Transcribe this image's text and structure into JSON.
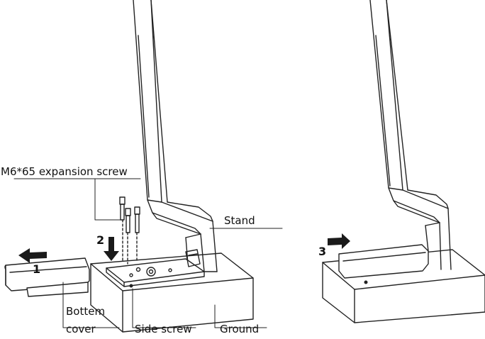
{
  "labels": {
    "screw": "M6*65 expansion screw",
    "stand": "Stand",
    "bottom": "Bottem",
    "cover": "cover",
    "side_screw": "Side screw",
    "ground": "Ground"
  },
  "steps": {
    "step1": "1",
    "step2": "2",
    "step3": "3"
  }
}
